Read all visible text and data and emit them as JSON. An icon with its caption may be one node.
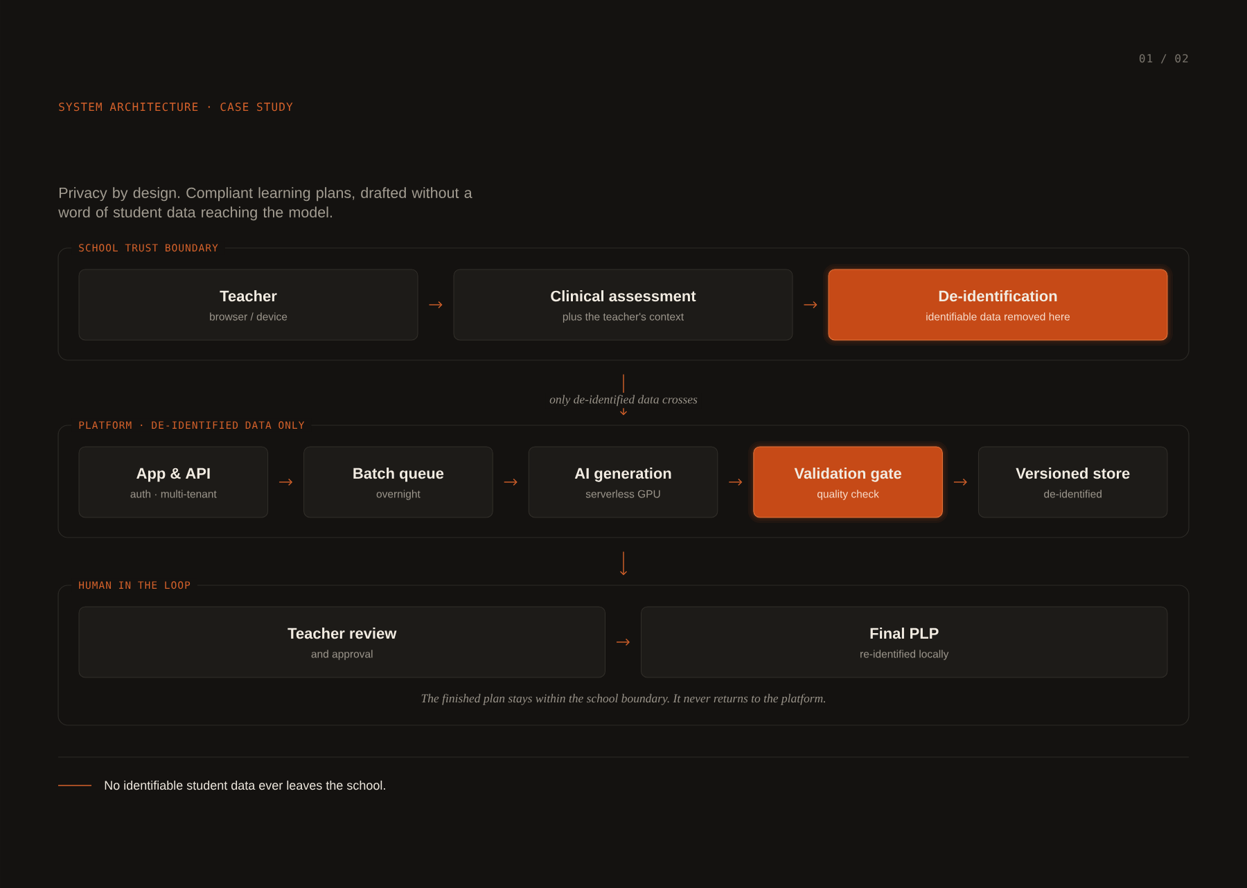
{
  "diagram": {
    "nodes": [
      {
        "text": [
          "SCHOOL TRUST BOUNDARY"
        ]
      },
      {
        "text": [
          "Teacher",
          "browser / device"
        ],
        "in": 0
      },
      {
        "text": [
          "Clinical assessment",
          "plus the teacher's context"
        ],
        "in": 0
      },
      {
        "text": [
          "De-identification",
          "identifiable data removed here"
        ],
        "in": 0
      },
      {
        "text": [
          "PLATFORM · DE-IDENTIFIED DATA ONLY"
        ]
      },
      {
        "text": [
          "App & API",
          "auth · multi-tenant"
        ],
        "in": 4
      },
      {
        "text": [
          "Batch queue",
          "overnight"
        ],
        "in": 4
      },
      {
        "text": [
          "AI generation",
          "serverless GPU"
        ],
        "in": 4
      },
      {
        "text": [
          "Validation gate",
          "quality check"
        ],
        "in": 4
      },
      {
        "text": [
          "Versioned store",
          "de-identified"
        ],
        "in": 4
      },
      {
        "text": [
          "HUMAN IN THE LOOP",
          "The finished plan stays within the school boundary. It never returns to the platform."
        ]
      },
      {
        "text": [
          "Teacher review",
          "and approval"
        ],
        "in": 10
      },
      {
        "text": [
          "Final PLP",
          "re-identified locally"
        ],
        "in": 10
      }
    ],
    "edges": [
      {
        "from": 1,
        "to": 2,
        "arrow": "to"
      },
      {
        "from": 2,
        "to": 3,
        "arrow": "to"
      },
      {
        "from": 0,
        "to": 4,
        "arrow": "to",
        "label": "only de-identified data crosses"
      },
      {
        "from": 5,
        "to": 6,
        "arrow": "to"
      },
      {
        "from": 6,
        "to": 7,
        "arrow": "to"
      },
      {
        "from": 7,
        "to": 8,
        "arrow": "to"
      },
      {
        "from": 8,
        "to": 9,
        "arrow": "to"
      },
      {
        "from": 4,
        "to": 10,
        "arrow": "to"
      },
      {
        "from": 11,
        "to": 12,
        "arrow": "to"
      }
    ],
    "labels": [
      "01 / 02",
      "SYSTEM ARCHITECTURE · CASE STUDY",
      "Privacy by design. Compliant learning plans, drafted without a word of student data reaching the model.",
      "No identifiable student data ever leaves the school."
    ]
  }
}
